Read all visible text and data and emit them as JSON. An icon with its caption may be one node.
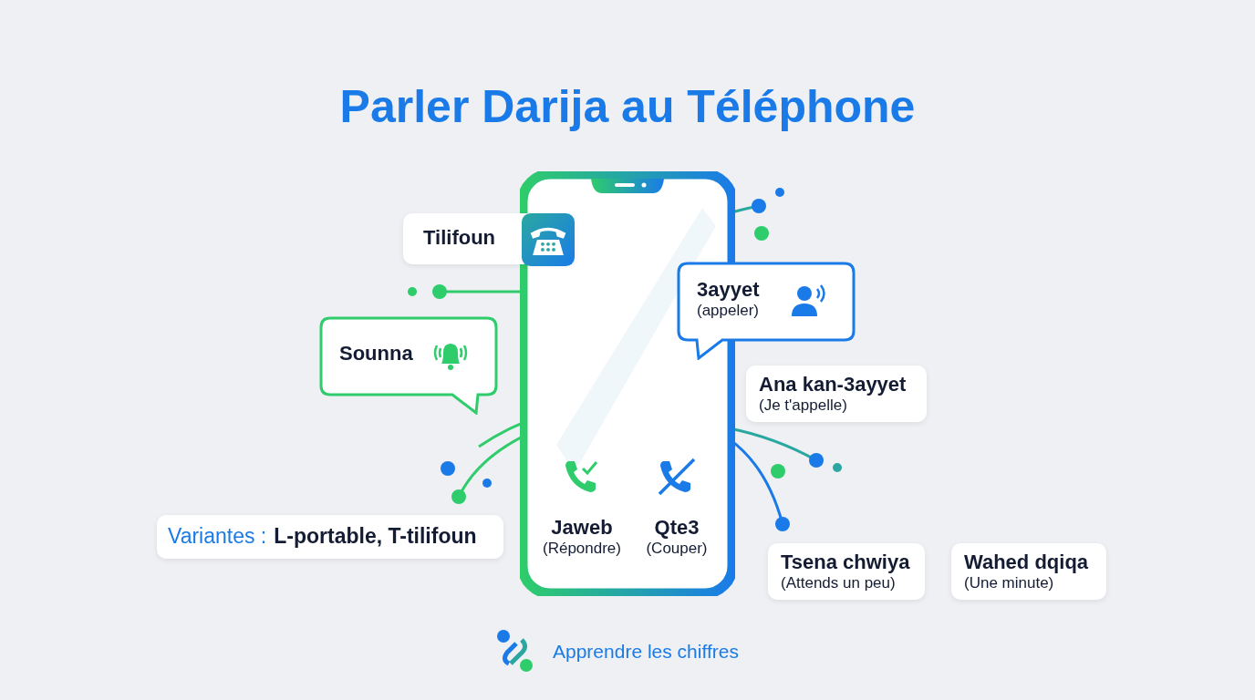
{
  "diagram": {
    "title": "Parler Darija au Téléphone",
    "nodes": [
      {
        "text": [
          "Tilifoun"
        ]
      },
      {
        "text": [
          "Sounna"
        ]
      },
      {
        "text": [
          "3ayyet",
          "(appeler)"
        ]
      },
      {
        "text": [
          "Ana kan-3ayyet",
          "(Je t'appelle)"
        ]
      },
      {
        "text": [],
        "shape": "box"
      },
      {
        "text": [
          "Jaweb",
          "(Répondre)"
        ],
        "in": 4
      },
      {
        "text": [
          "Qte3",
          "(Couper)"
        ],
        "in": 4
      },
      {
        "text": [
          "Variantes :",
          "L-portable, T-tilifoun"
        ]
      },
      {
        "text": [
          "Tsena chwiya",
          "(Attends un peu)"
        ]
      },
      {
        "text": [
          "Wahed dqiqa",
          "(Une minute)"
        ]
      }
    ],
    "labels": [
      "Apprendre les chiffres"
    ]
  }
}
